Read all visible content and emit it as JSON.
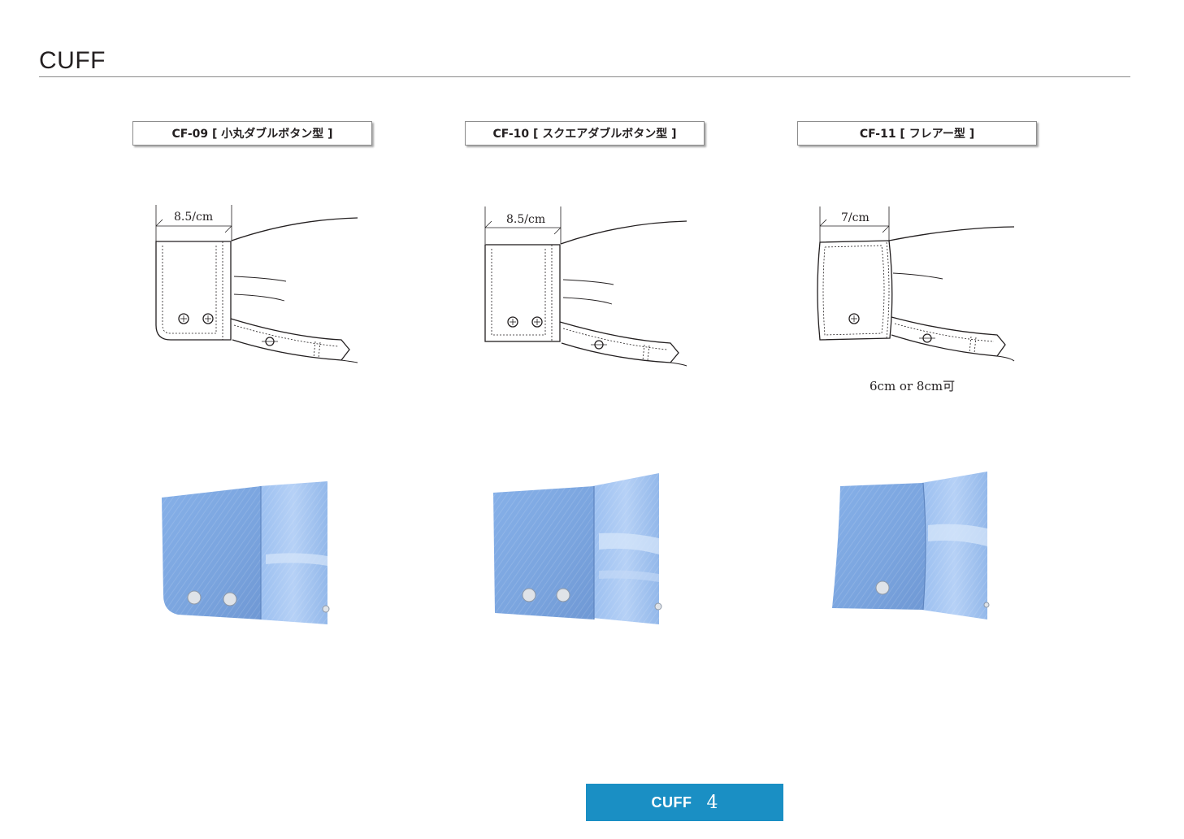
{
  "page": {
    "title": "CUFF"
  },
  "cuffs": [
    {
      "code_label": "CF-09 [ 小丸ダブルボタン型 ]",
      "width_label": "8.5/cm",
      "buttons": 2,
      "corner": "round"
    },
    {
      "code_label": "CF-10 [ スクエアダブルボタン型 ]",
      "width_label": "8.5/cm",
      "buttons": 2,
      "corner": "square"
    },
    {
      "code_label": "CF-11 [ フレアー型 ]",
      "width_label": "7/cm",
      "buttons": 1,
      "corner": "flare",
      "note": "6cm or 8cm可"
    }
  ],
  "colors": {
    "shirt_blue": "#7aa6e0",
    "footer_bar": "#1a8fc4"
  },
  "footer": {
    "label": "CUFF",
    "page_number": "4"
  }
}
